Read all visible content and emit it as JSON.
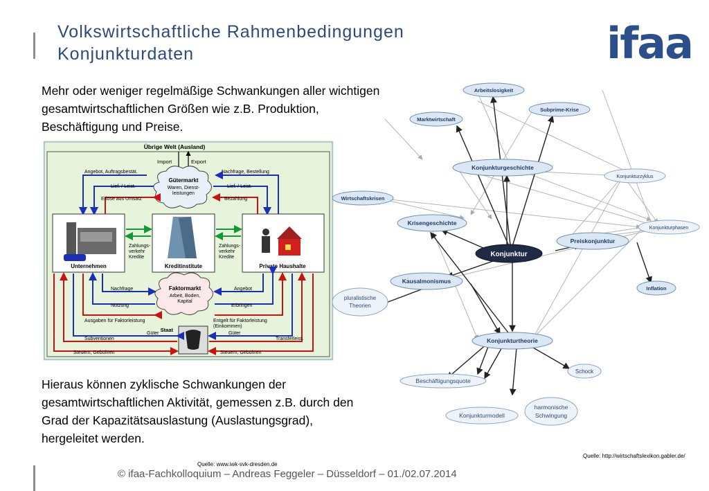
{
  "header": {
    "title_line1": "Volkswirtschaftliche Rahmenbedingungen",
    "title_line2": "Konjunkturdaten",
    "logo_text": "ifaa"
  },
  "intro": {
    "line1": "Mehr oder weniger regelmäßige Schwankungen aller wichtigen",
    "line2": "gesamtwirtschaftlichen Größen wie z.B. Produktion,",
    "line3": "Beschäftigung und Preise."
  },
  "outro": {
    "line1": "Hieraus können zyklische Schwankungen der",
    "line2": "gesamtwirtschaftlichen Aktivität, gemessen z.B. durch den",
    "line3": "Grad der Kapazitätsauslastung (Auslastungsgrad),",
    "line4": "hergeleitet werden."
  },
  "flow_diagram": {
    "top_label": "Übrige Welt (Ausland)",
    "import_label": "Import",
    "export_label": "Export",
    "goods_market_title": "Gütermarkt",
    "goods_market_sub1": "Waren, Dienst-",
    "goods_market_sub2": "leistungen",
    "factor_market_title": "Faktormarkt",
    "factor_market_sub1": "Arbeit, Boden,",
    "factor_market_sub2": "Kapital",
    "firms_label": "Unternehmen",
    "banks_label": "Kreditinstitute",
    "households_label": "Private Haushalte",
    "state_label": "Staat",
    "angebot_auftrag": "Angebot, Auftragsbestät.",
    "nachfrage_bestellung": "Nachfrage, Bestellung",
    "lief_leist_left": "Lief. / Leist.",
    "lief_leist_right": "Lief. / Leist.",
    "erloese": "Erlöse aus Umsatz",
    "bezahlung": "Bezahlung",
    "zahlung_left_1": "Zahlungs-",
    "zahlung_left_2": "verkehr",
    "zahlung_left_3": "Kredite",
    "zahlung_right_1": "Zahlungs-",
    "zahlung_right_2": "verkehr",
    "zahlung_right_3": "Kredite",
    "nachfrage": "Nachfrage",
    "angebot": "Angebot",
    "nutzung": "Nutzung",
    "erbringen": "Erbringen",
    "ausgaben_faktor": "Ausgaben für Faktorleistung",
    "entgelt_faktor_1": "Entgelt für Faktorleistung",
    "entgelt_faktor_2": "(Einkommen)",
    "gueter_left": "Güter",
    "gueter_right": "Güter",
    "subventionen": "Subventionen",
    "transferleist": "Transferleist.",
    "steuern_left": "Steuern, Gebühren",
    "steuern_right": "Steuern, Gebühren"
  },
  "concept_graph": {
    "nodes": {
      "arbeitslosigkeit": "Arbeitslosigkeit",
      "subprime": "Subprime-Krise",
      "marktwirtschaft": "Marktwirtschaft",
      "konjunkturgeschichte": "Konjunkturgeschichte",
      "konjunkturzyklus": "Konjunkturzyklus",
      "wirtschaftskrisen": "Wirtschaftskrisen",
      "krisengeschichte": "Krisengeschichte",
      "konjunkturphasen": "Konjunkturphasen",
      "preiskonjunktur": "Preiskonjunktur",
      "konjunktur": "Konjunktur",
      "kausalmonismus": "Kausalmonismus",
      "inflation": "Inflation",
      "pluralistische_1": "pluralistische",
      "pluralistische_2": "Theorien",
      "konjunkturtheorie": "Konjunkturtheorie",
      "schock": "Schock",
      "beschaeftigungsquote": "Beschäftigungsquote",
      "konjunkturmodell": "Konjunkturmodell",
      "harmonische_1": "harmonische",
      "harmonische_2": "Schwingung"
    }
  },
  "sources": {
    "left": "Quelle: www.iwk-svk-dresden.de",
    "right": "Quelle: http://wirtschaftslexikon.gabler.de/"
  },
  "footer": {
    "text": "© ifaa-Fachkolloquium – Andreas Feggeler – Düsseldorf – 01./02.07.2014"
  },
  "colors": {
    "title": "#2d4a7a",
    "logo": "#2b4e8c",
    "diagram_bg": "#e8f3dc",
    "flow_red": "#cc1111",
    "flow_blue": "#1a2eb8",
    "flow_green": "#119933",
    "graph_node": "#dbe7f3",
    "graph_center": "#1f2a44"
  }
}
